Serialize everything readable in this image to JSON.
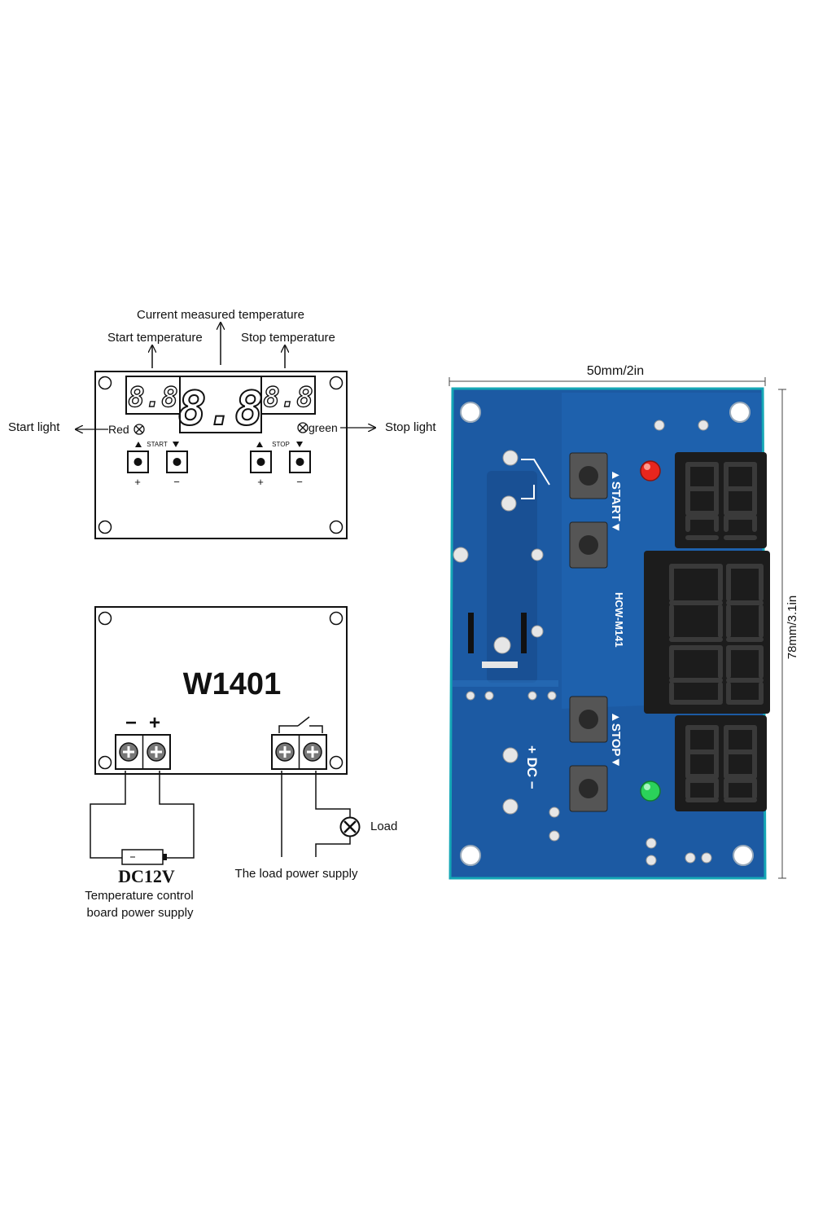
{
  "top_diagram": {
    "current_measured_temperature": "Current measured temperature",
    "start_temperature": "Start temperature",
    "stop_temperature": "Stop temperature",
    "start_light": "Start light",
    "stop_light": "Stop light",
    "red": "Red",
    "green": "green",
    "start_button_label": "START",
    "stop_button_label": "STOP",
    "plus": "+",
    "minus": "−",
    "small_display_text": "8.8",
    "large_display_text": "8.8"
  },
  "bottom_diagram": {
    "model": "W1401",
    "minus": "−",
    "plus": "+",
    "dc_voltage": "DC12V",
    "power_supply_line1": "Temperature control",
    "power_supply_line2": "board power supply",
    "load": "Load",
    "load_power_supply": "The load power supply"
  },
  "photo": {
    "width_dimension": "50mm/2in",
    "height_dimension": "78mm/3.1in",
    "board_start_label": "▲START▼",
    "board_stop_label": "▲STOP▼",
    "board_model": "HCW-M141",
    "board_dc_label": "+ DC −",
    "colors": {
      "pcb": "#1f5ca3",
      "pcb_edge": "#17a8b8",
      "display": "#1c1c1c",
      "led_red": "#e8261e",
      "led_green": "#2bd25a"
    }
  }
}
